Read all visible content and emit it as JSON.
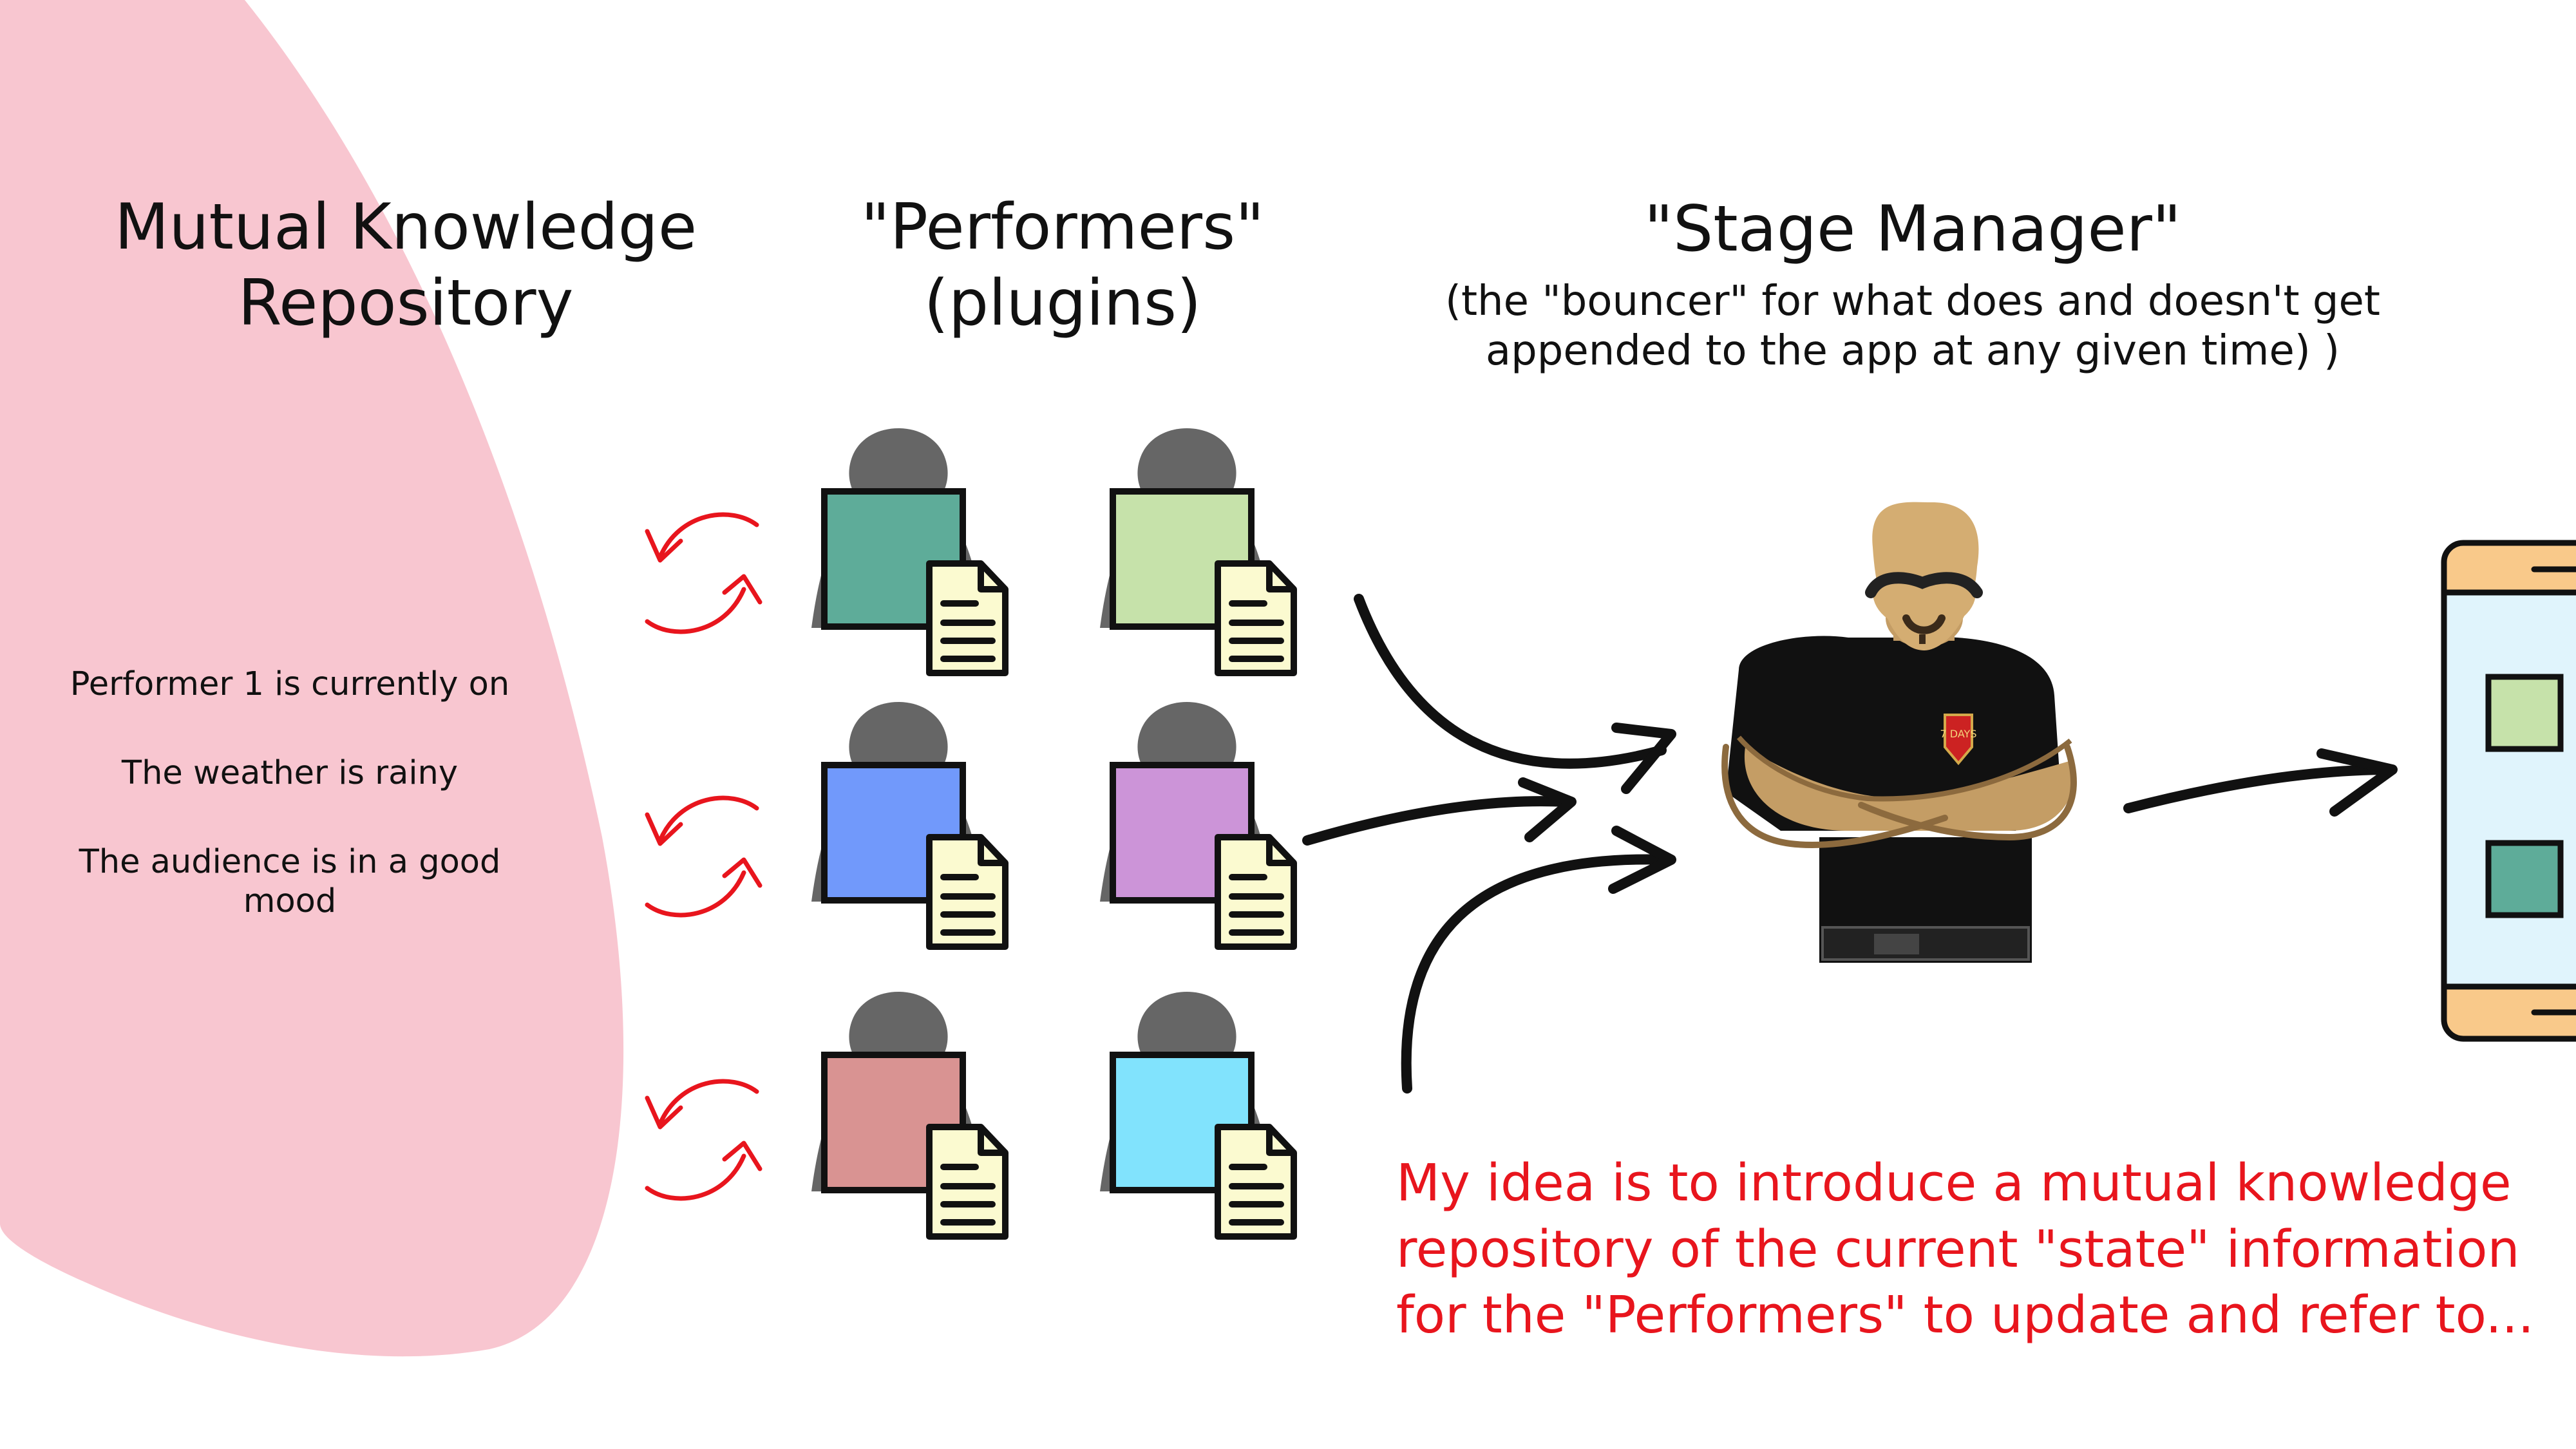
{
  "repository": {
    "title_line1": "Mutual Knowledge",
    "title_line2": "Repository",
    "facts": [
      "Performer 1 is currently on",
      "The weather is rainy",
      "The audience is in a good mood"
    ]
  },
  "performers": {
    "title_line1": "\"Performers\"",
    "title_line2": "(plugins)",
    "screen_colors": [
      "#5eac99",
      "#c6e2aa",
      "#7199fb",
      "#cc94d8",
      "#d99392",
      "#81e3fd"
    ]
  },
  "stage_manager": {
    "title": "\"Stage Manager\"",
    "subtitle_line1": "(the \"bouncer\" for what does and doesn't get",
    "subtitle_line2": "appended to the app at any given time) )",
    "badge_text": "7 DAYS"
  },
  "app": {
    "item_colors": [
      "#c6e2aa",
      "#5eac99"
    ]
  },
  "note": {
    "line1": "My idea is to introduce a mutual knowledge",
    "line2": "repository of the current \"state\" information",
    "line3": "for the \"Performers\" to update and refer to..."
  },
  "colors": {
    "blob": "#f8c6d0",
    "note_red": "#e8151d",
    "phone_frame": "#f9c98a",
    "phone_screen": "#e0f4fc",
    "silhouette": "#666666",
    "doc": "#fbfad0"
  }
}
